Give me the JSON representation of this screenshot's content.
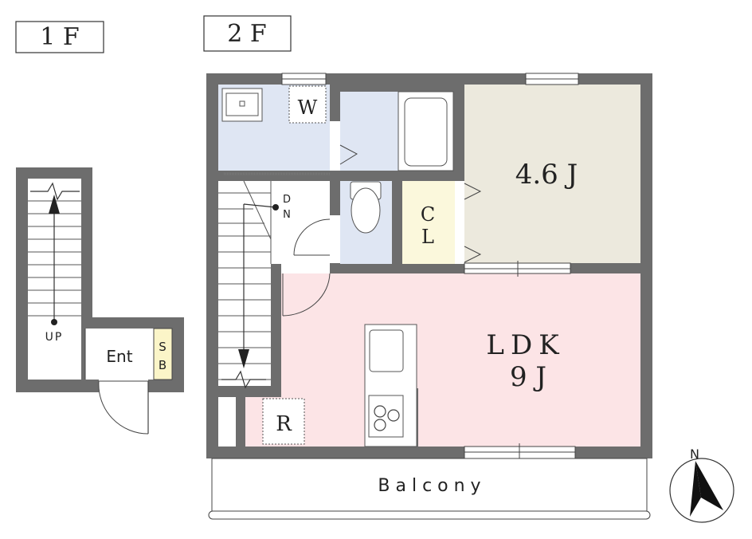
{
  "floors": {
    "first": "1 F",
    "second": "2 F"
  },
  "rooms": {
    "western": "4.6 J",
    "ldk_line1": "LDK",
    "ldk_line2": "9 J",
    "closet_1": "C",
    "closet_2": "L",
    "washer": "W",
    "fridge": "R",
    "entrance": "Ent",
    "shoe_box_1": "S",
    "shoe_box_2": "B",
    "balcony": "B a l c o n y"
  },
  "stairs": {
    "up": "UP",
    "down_1": "D",
    "down_2": "N"
  },
  "compass": {
    "north": "N"
  },
  "colors": {
    "wall": "#6d6d6d",
    "water_area": "#dfe6f3",
    "western_room": "#ece9dd",
    "ldk": "#fce4e6",
    "closet": "#fbf8dc",
    "shoe_box": "#fbf5c8"
  }
}
